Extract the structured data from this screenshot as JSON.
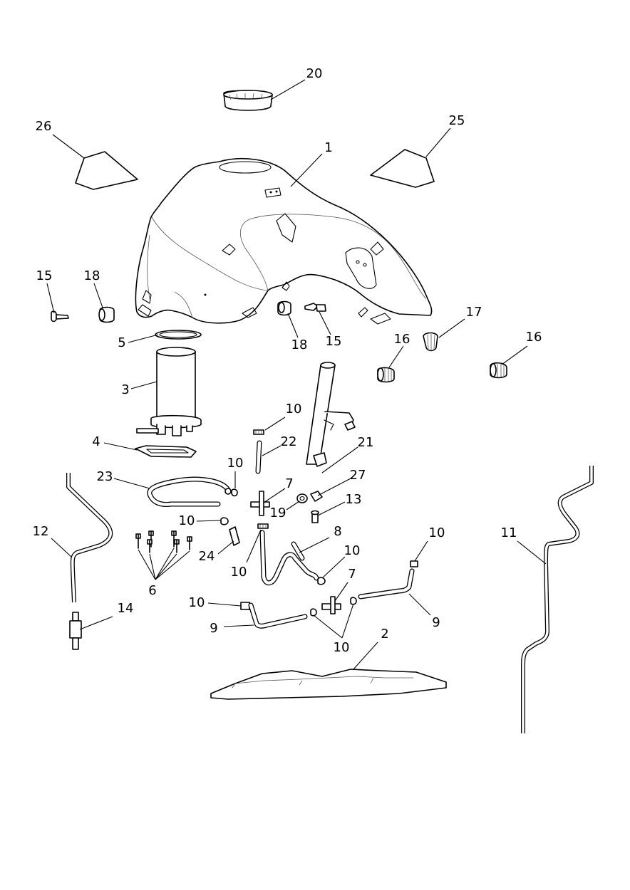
{
  "diagram": {
    "callouts": [
      {
        "id": "c20",
        "text": "20"
      },
      {
        "id": "c26",
        "text": "26"
      },
      {
        "id": "c25",
        "text": "25"
      },
      {
        "id": "c1",
        "text": "1"
      },
      {
        "id": "c15a",
        "text": "15"
      },
      {
        "id": "c18a",
        "text": "18"
      },
      {
        "id": "c17",
        "text": "17"
      },
      {
        "id": "c16a",
        "text": "16"
      },
      {
        "id": "c16b",
        "text": "16"
      },
      {
        "id": "c5",
        "text": "5"
      },
      {
        "id": "c18b",
        "text": "18"
      },
      {
        "id": "c15b",
        "text": "15"
      },
      {
        "id": "c3",
        "text": "3"
      },
      {
        "id": "c10a",
        "text": "10"
      },
      {
        "id": "c4",
        "text": "4"
      },
      {
        "id": "c22",
        "text": "22"
      },
      {
        "id": "c21",
        "text": "21"
      },
      {
        "id": "c10b",
        "text": "10"
      },
      {
        "id": "c23",
        "text": "23"
      },
      {
        "id": "c7a",
        "text": "7"
      },
      {
        "id": "c27",
        "text": "27"
      },
      {
        "id": "c19",
        "text": "19"
      },
      {
        "id": "c13",
        "text": "13"
      },
      {
        "id": "c10c",
        "text": "10"
      },
      {
        "id": "c12",
        "text": "12"
      },
      {
        "id": "c8",
        "text": "8"
      },
      {
        "id": "c10d",
        "text": "10"
      },
      {
        "id": "c11",
        "text": "11"
      },
      {
        "id": "c24",
        "text": "24"
      },
      {
        "id": "c10e",
        "text": "10"
      },
      {
        "id": "c10f",
        "text": "10"
      },
      {
        "id": "c6",
        "text": "6"
      },
      {
        "id": "c7b",
        "text": "7"
      },
      {
        "id": "c10g",
        "text": "10"
      },
      {
        "id": "c14",
        "text": "14"
      },
      {
        "id": "c9a",
        "text": "9"
      },
      {
        "id": "c9b",
        "text": "9"
      },
      {
        "id": "c10h",
        "text": "10"
      },
      {
        "id": "c2",
        "text": "2"
      }
    ]
  }
}
